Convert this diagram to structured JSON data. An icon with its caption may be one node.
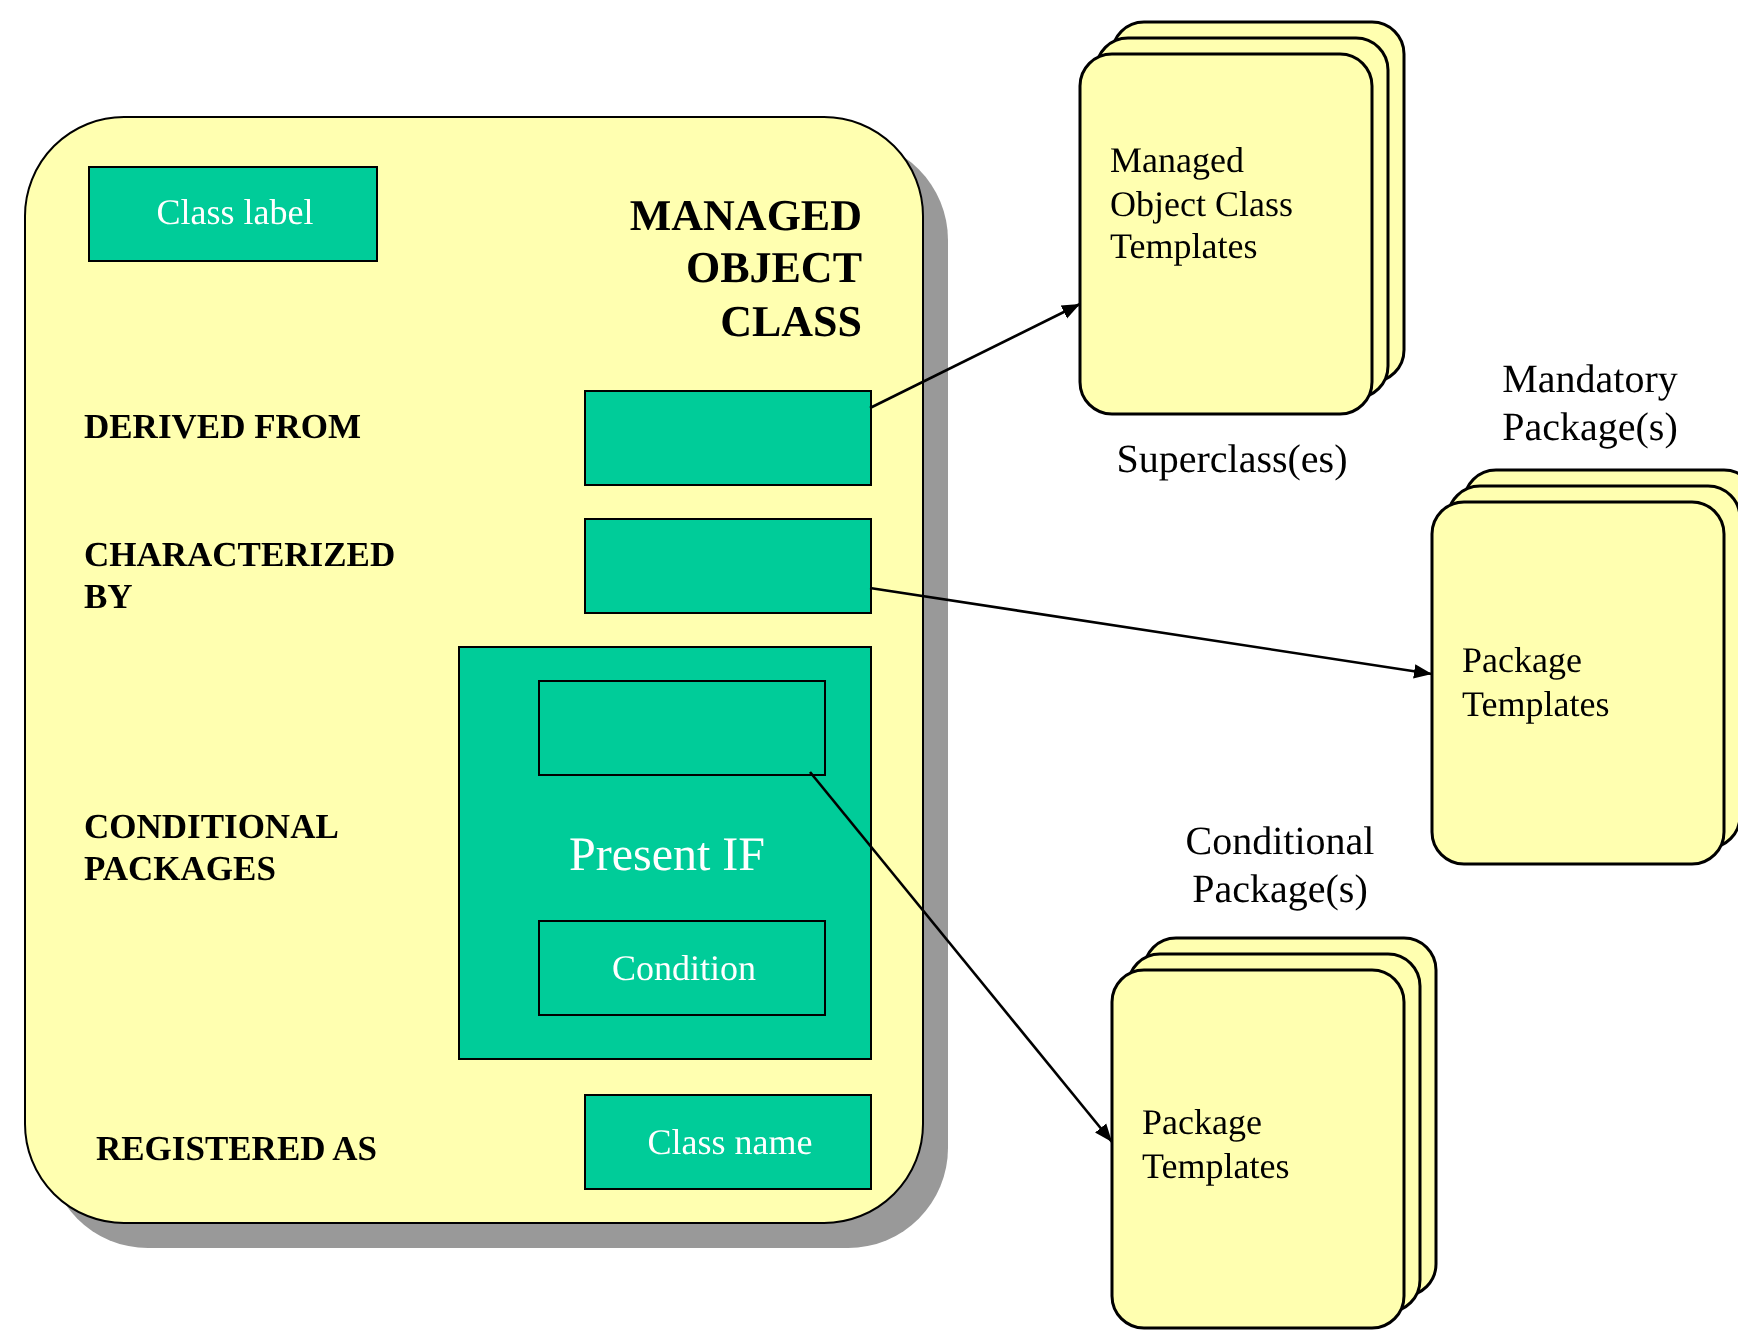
{
  "diagram": {
    "nodes": [
      {
        "text": [
          "MANAGED OBJECT CLASS",
          "DERIVED FROM",
          "CHARACTERIZED BY",
          "CONDITIONAL PACKAGES",
          "REGISTERED AS"
        ]
      },
      {
        "text": [
          "Class label"
        ],
        "in": 0
      },
      {
        "text": [],
        "shape": "box",
        "in": 0
      },
      {
        "text": [],
        "shape": "box",
        "in": 0
      },
      {
        "text": [
          "Present IF"
        ],
        "in": 0
      },
      {
        "text": [],
        "shape": "box",
        "in": 4
      },
      {
        "text": [
          "Condition"
        ],
        "in": 4
      },
      {
        "text": [
          "Class name"
        ],
        "in": 0
      },
      {
        "text": [
          "Managed Object Class Templates"
        ],
        "beside": [
          "Superclass(es)"
        ]
      },
      {
        "text": [
          "Package Templates"
        ],
        "beside": [
          "Mandatory Package(s)"
        ]
      },
      {
        "text": [
          "Package Templates"
        ],
        "beside": [
          "Conditional Package(s)"
        ]
      }
    ],
    "edges": [
      {
        "from": 2,
        "to": 8,
        "arrow": "to"
      },
      {
        "from": 3,
        "to": 9,
        "arrow": "to"
      },
      {
        "from": 5,
        "to": 10,
        "arrow": "to"
      }
    ]
  }
}
